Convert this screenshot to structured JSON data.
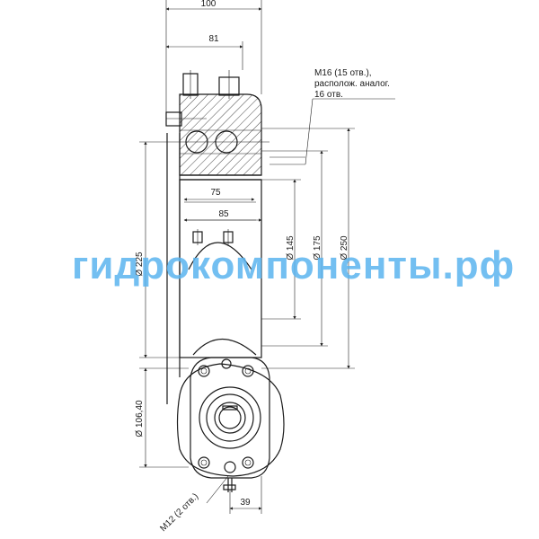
{
  "dimensions": {
    "top_width": "100",
    "upper_width": "81",
    "inner_width_75": "75",
    "inner_width_85": "85",
    "dia_145": "Ø 145",
    "dia_175": "Ø 175",
    "dia_250": "Ø 250",
    "dia_225": "Ø 225",
    "dia_106": "Ø 106,40",
    "bottom_39": "39"
  },
  "notes": {
    "thread_line1": "M16 (15 отв.),",
    "thread_line2": "располож. аналог.",
    "thread_line3": "16 отв.",
    "bottom_thread": "M12 (2 отв.)"
  },
  "watermark": {
    "text": "гидрокомпоненты.рф",
    "color": "#5ab4ee"
  }
}
